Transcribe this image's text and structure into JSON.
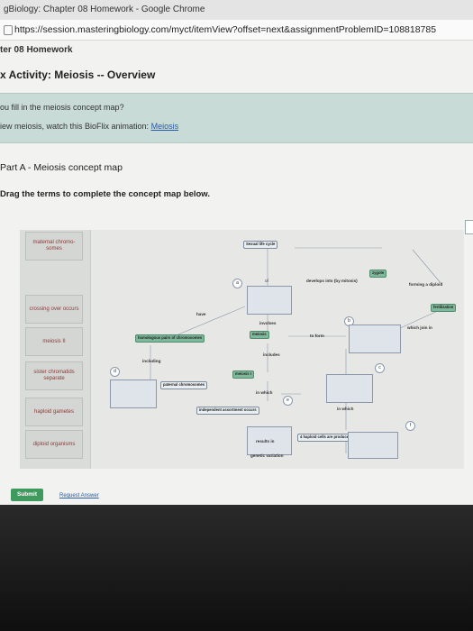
{
  "window": {
    "title": "gBiology: Chapter 08 Homework - Google Chrome",
    "url": "https://session.masteringbiology.com/myct/itemView?offset=next&assignmentProblemID=108818785"
  },
  "breadcrumb": "ter 08 Homework",
  "activity_title": "x Activity: Meiosis -- Overview",
  "instructions": {
    "question": "ou fill in the meiosis concept map?",
    "view_text": "iew meiosis, watch this BioFlix animation:",
    "link": "Meiosis"
  },
  "part_title": "Part A - Meiosis concept map",
  "drag_instruction": "Drag the terms to complete the concept map below.",
  "term_bank": [
    "maternal chromo-somes",
    "crossing over occurs",
    "meiosis II",
    "sister chromatids separate",
    "haploid gametes",
    "diploid organisms"
  ],
  "map": {
    "nodes": {
      "sexual_life_cycle": "Sexual life cycle",
      "zygote": "zygote",
      "fertilization": "fertilization",
      "meiosis": "meiosis",
      "homologous_pairs": "homologous pairs of chromosomes",
      "meiosis_i": "meiosis I",
      "paternal_chromosomes": "paternal chromosomes",
      "independent_assortment": "independent assortment occurs",
      "four_haploid_cells": "4 haploid cells are produced"
    },
    "links": {
      "of": "of",
      "develops_into": "develops into (by mitosis)",
      "forming_a_diploid": "forming a diploid",
      "which_join_in": "which join in",
      "have": "have",
      "involves": "involves",
      "to_form": "to form",
      "includes": "includes",
      "including": "including",
      "in_which_1": "in which",
      "in_which_2": "in which",
      "results_in": "results in",
      "genetic_variation": "genetic variation"
    },
    "markers": [
      "a",
      "b",
      "c",
      "d",
      "e",
      "f"
    ]
  },
  "buttons": {
    "submit": "Submit",
    "request_answer": "Request Answer"
  },
  "colors": {
    "instruction_band": "#c9dbd6",
    "submit_green": "#3f9a5e",
    "highlight_green": "#7fb89a"
  }
}
